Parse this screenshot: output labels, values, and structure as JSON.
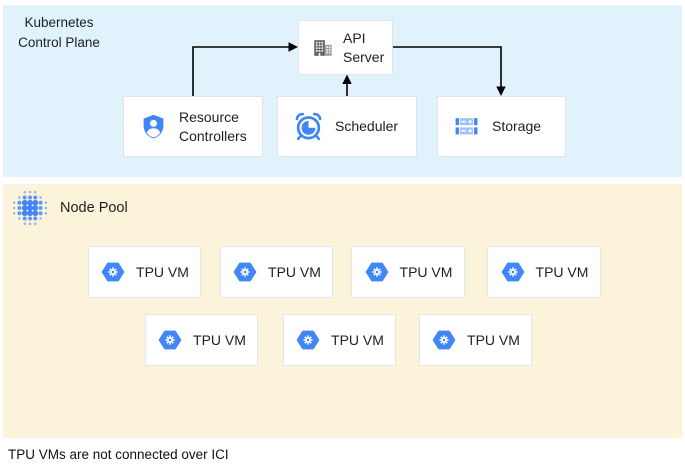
{
  "control_plane": {
    "title": "Kubernetes Control Plane",
    "nodes": {
      "api_server": {
        "label": "API Server",
        "icon": "building-icon"
      },
      "resource_controllers": {
        "label": "Resource Controllers",
        "icon": "shield-user-icon"
      },
      "scheduler": {
        "label": "Scheduler",
        "icon": "alarm-clock-icon"
      },
      "storage": {
        "label": "Storage",
        "icon": "storage-disks-icon"
      }
    },
    "arrows": [
      {
        "from": "resource_controllers",
        "to": "api_server"
      },
      {
        "from": "scheduler",
        "to": "api_server"
      },
      {
        "from": "api_server",
        "to": "storage"
      }
    ]
  },
  "node_pool": {
    "label": "Node Pool",
    "icon": "dot-grid-icon",
    "vms": [
      {
        "label": "TPU VM",
        "icon": "tpu-hexagon-gear-icon"
      },
      {
        "label": "TPU VM",
        "icon": "tpu-hexagon-gear-icon"
      },
      {
        "label": "TPU VM",
        "icon": "tpu-hexagon-gear-icon"
      },
      {
        "label": "TPU VM",
        "icon": "tpu-hexagon-gear-icon"
      },
      {
        "label": "TPU VM",
        "icon": "tpu-hexagon-gear-icon"
      },
      {
        "label": "TPU VM",
        "icon": "tpu-hexagon-gear-icon"
      },
      {
        "label": "TPU VM",
        "icon": "tpu-hexagon-gear-icon"
      }
    ]
  },
  "caption": "TPU VMs are not connected over ICI",
  "colors": {
    "control_plane_bg": "#e0f2fc",
    "node_pool_bg": "#fbf3da",
    "google_blue": "#4285f4",
    "light_blue": "#a2c3fa",
    "icon_gray": "#5f6368",
    "box_border": "#e3e3e3",
    "text": "#1f1f1f",
    "arrow": "#000000"
  }
}
